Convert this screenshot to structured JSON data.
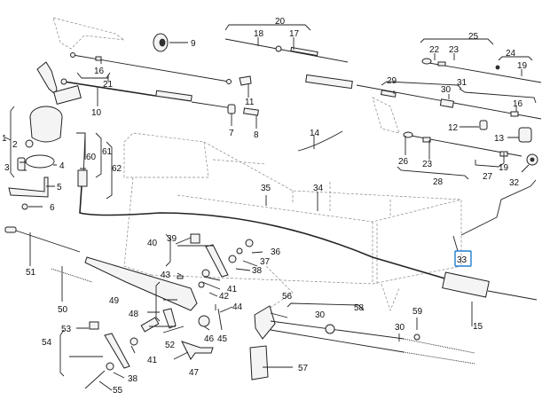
{
  "diagram": {
    "kind": "exploded parts diagram",
    "subject": "pickup truck cables, speedometer and handbrake assembly",
    "highlighted_label": "33",
    "highlight_color": "#1e7fd0",
    "labels": {
      "l1": "1",
      "l2": "2",
      "l3": "3",
      "l4": "4",
      "l5": "5",
      "l6": "6",
      "l7": "7",
      "l8": "8",
      "l9": "9",
      "l10": "10",
      "l11": "11",
      "l12": "12",
      "l13": "13",
      "l14": "14",
      "l15": "15",
      "l16a": "16",
      "l16b": "16",
      "l17": "17",
      "l18": "18",
      "l19a": "19",
      "l19b": "19",
      "l20": "20",
      "l21": "21",
      "l22": "22",
      "l23a": "23",
      "l23b": "23",
      "l24": "24",
      "l25": "25",
      "l26": "26",
      "l27": "27",
      "l28": "28",
      "l29": "29",
      "l30a": "30",
      "l30b": "30",
      "l30c": "30",
      "l31": "31",
      "l32": "32",
      "l33": "33",
      "l34": "34",
      "l35": "35",
      "l36": "36",
      "l37": "37",
      "l38a": "38",
      "l38b": "38",
      "l39": "39",
      "l40": "40",
      "l41a": "41",
      "l41b": "41",
      "l42": "42",
      "l43": "43",
      "l44": "44",
      "l45": "45",
      "l46": "46",
      "l47": "47",
      "l48": "48",
      "l49": "49",
      "l50": "50",
      "l51": "51",
      "l52": "52",
      "l53": "53",
      "l54": "54",
      "l55": "55",
      "l56": "56",
      "l57": "57",
      "l58": "58",
      "l59": "59",
      "l60": "60",
      "l61": "61",
      "l62": "62"
    }
  }
}
